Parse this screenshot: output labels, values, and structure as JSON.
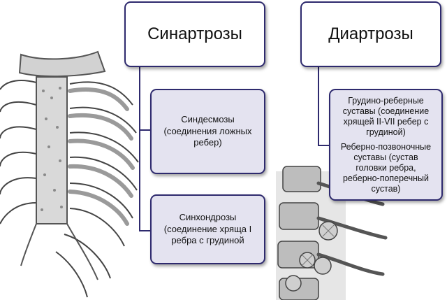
{
  "colors": {
    "border": "#2e2a6e",
    "sub_fill": "#e4e3f0",
    "header_fill": "#ffffff"
  },
  "synarthroses": {
    "title": "Синартрозы",
    "items": [
      "Синдесмозы\n(соединения ложных\nребер)",
      "Синхондрозы\n(соединение хряща I\nребра с грудиной"
    ]
  },
  "diarthroses": {
    "title": "Диартрозы",
    "items": [
      "Грудино-реберные\nсуставы (соединение\nхрящей II-VII ребер с\nгрудиной)",
      "Реберно-позвоночные\nсуставы (сустав\nголовки ребра,\nреберно-поперечный\nсустав)"
    ]
  }
}
